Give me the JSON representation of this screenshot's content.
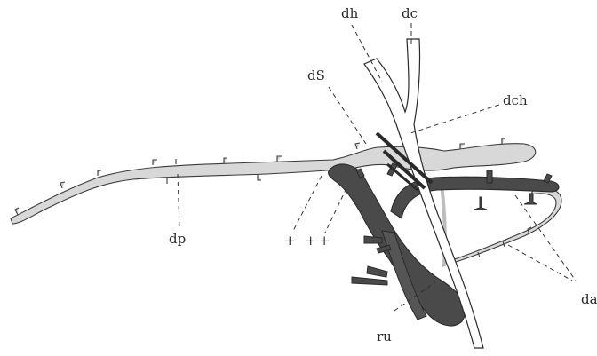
{
  "labels": {
    "dh": "dh",
    "dc": "dc",
    "ds": "dS",
    "dch": "dch",
    "dp": "dp",
    "plus_marks": "+ ++",
    "ru": "ru",
    "da": "da"
  },
  "colors": {
    "pale_duct": "#d8d8d8",
    "dark_duct": "#4a4a4a",
    "outline": "#3a3a3a",
    "leader": "#333333",
    "background": "#ffffff"
  }
}
